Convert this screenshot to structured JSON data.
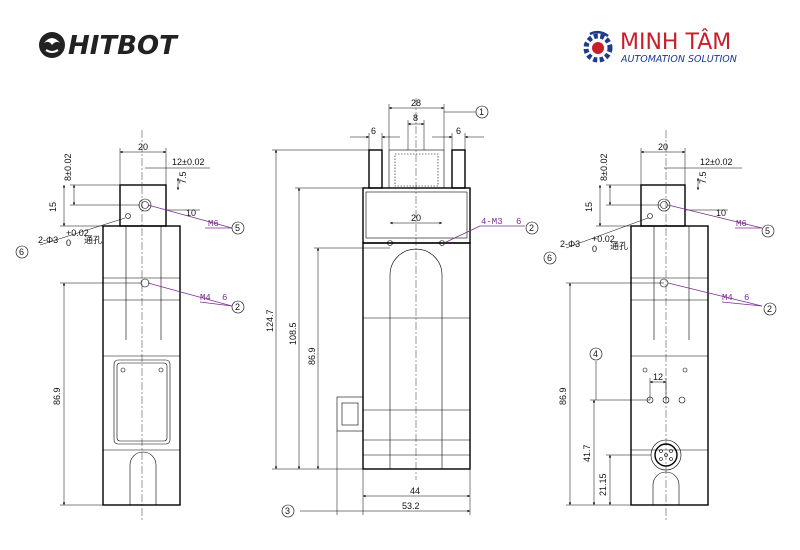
{
  "brand": {
    "hitbot": "HITBOT",
    "minhtam_main": "MINH TÂM",
    "minhtam_sub": "AUTOMATION SOLUTION"
  },
  "colors": {
    "hitbot": "#222222",
    "minhtam_red": "#c81e2a",
    "minhtam_blue": "#1f3a8a",
    "note": "#7a2d8c"
  },
  "left_view": {
    "dims": {
      "top_width": "20",
      "off_12": "12±0.02",
      "off_8": "8±0.02",
      "d_7_5": "7.5",
      "d_15": "15",
      "d_10": "10",
      "height": "86.9"
    },
    "notes": {
      "m6": "M6",
      "m4": "M4",
      "depth": "6",
      "pin": "2-Φ3",
      "pin_tol": "+0.02",
      "pin_tol0": "0",
      "pin_suffix": "通孔"
    },
    "balloons": {
      "b5": "5",
      "b6": "6",
      "b2": "2"
    }
  },
  "mid_view": {
    "dims": {
      "w28": "28",
      "w8": "8",
      "w6a": "6",
      "w6b": "6",
      "w20": "20",
      "h124": "124.7",
      "h108": "108.5",
      "h86": "86.9",
      "w44": "44",
      "w53": "53.2"
    },
    "notes": {
      "m3": "4-M3",
      "depth": "6"
    },
    "balloons": {
      "b1": "1",
      "b2": "2",
      "b3": "3"
    }
  },
  "right_view": {
    "dims": {
      "top_width": "20",
      "off_12": "12±0.02",
      "off_8": "8±0.02",
      "d_7_5": "7.5",
      "d_15": "15",
      "d_10": "10",
      "h86": "86.9",
      "h41": "41.7",
      "h21": "21.15",
      "w12": "12"
    },
    "notes": {
      "m6": "M6",
      "m4": "M4",
      "depth": "6",
      "pin": "2-Φ3",
      "pin_tol": "+0.02",
      "pin_tol0": "0",
      "pin_suffix": "通孔"
    },
    "balloons": {
      "b4": "4",
      "b5": "5",
      "b6": "6",
      "b2": "2"
    }
  }
}
